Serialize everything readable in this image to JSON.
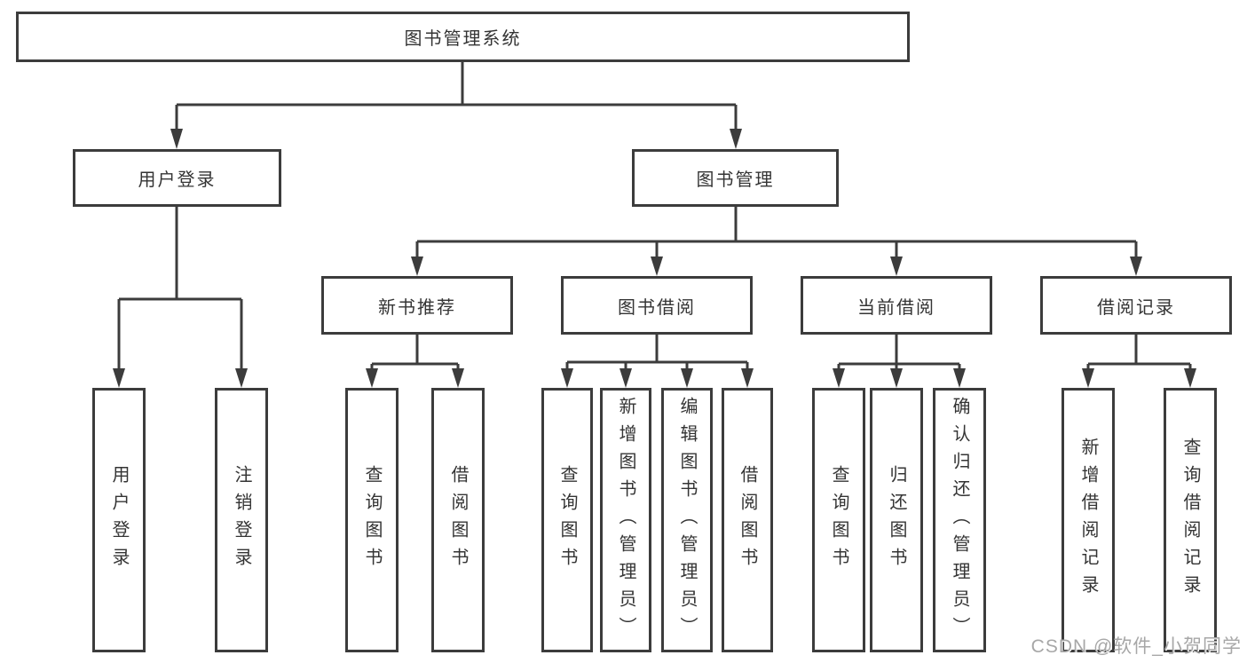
{
  "diagram": {
    "root": {
      "label": "图书管理系统",
      "children": [
        {
          "label": "用户登录",
          "children": [
            {
              "label": "用户登录"
            },
            {
              "label": "注销登录"
            }
          ]
        },
        {
          "label": "图书管理",
          "children": [
            {
              "label": "新书推荐",
              "children": [
                {
                  "label": "查询图书"
                },
                {
                  "label": "借阅图书"
                }
              ]
            },
            {
              "label": "图书借阅",
              "children": [
                {
                  "label": "查询图书"
                },
                {
                  "label": "新增图书（管理员）"
                },
                {
                  "label": "编辑图书（管理员）"
                },
                {
                  "label": "借阅图书"
                }
              ]
            },
            {
              "label": "当前借阅",
              "children": [
                {
                  "label": "查询图书"
                },
                {
                  "label": "归还图书"
                },
                {
                  "label": "确认归还（管理员）"
                }
              ]
            },
            {
              "label": "借阅记录",
              "children": [
                {
                  "label": "新增借阅记录"
                },
                {
                  "label": "查询借阅记录"
                }
              ]
            }
          ]
        }
      ]
    },
    "watermark": "CSDN @软件_小贺同学",
    "colors": {
      "line": "#3c3c3c",
      "text": "#343434",
      "watermark_text": "#a7a7a7",
      "background": "#ffffff"
    }
  }
}
